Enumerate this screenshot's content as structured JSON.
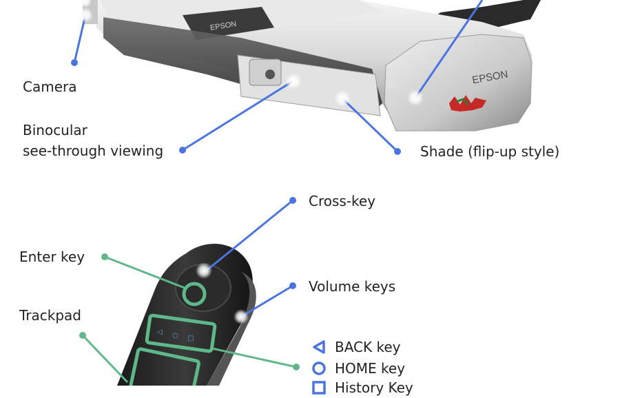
{
  "labels": {
    "camera": "Camera",
    "binocular_line1": "Binocular",
    "binocular_line2": "see-through viewing",
    "shade": "Shade (flip-up style)",
    "cross_key": "Cross-key",
    "enter_key": "Enter key",
    "volume_keys": "Volume keys",
    "trackpad": "Trackpad"
  },
  "legend": {
    "back_key": "BACK key",
    "home_key": "HOME key",
    "history_key": "History Key"
  },
  "brand": {
    "logo_text": "EPSON"
  },
  "colors": {
    "blue": "#4a74e0",
    "green": "#5fb88a",
    "legend_icon": "#4a74e0"
  }
}
